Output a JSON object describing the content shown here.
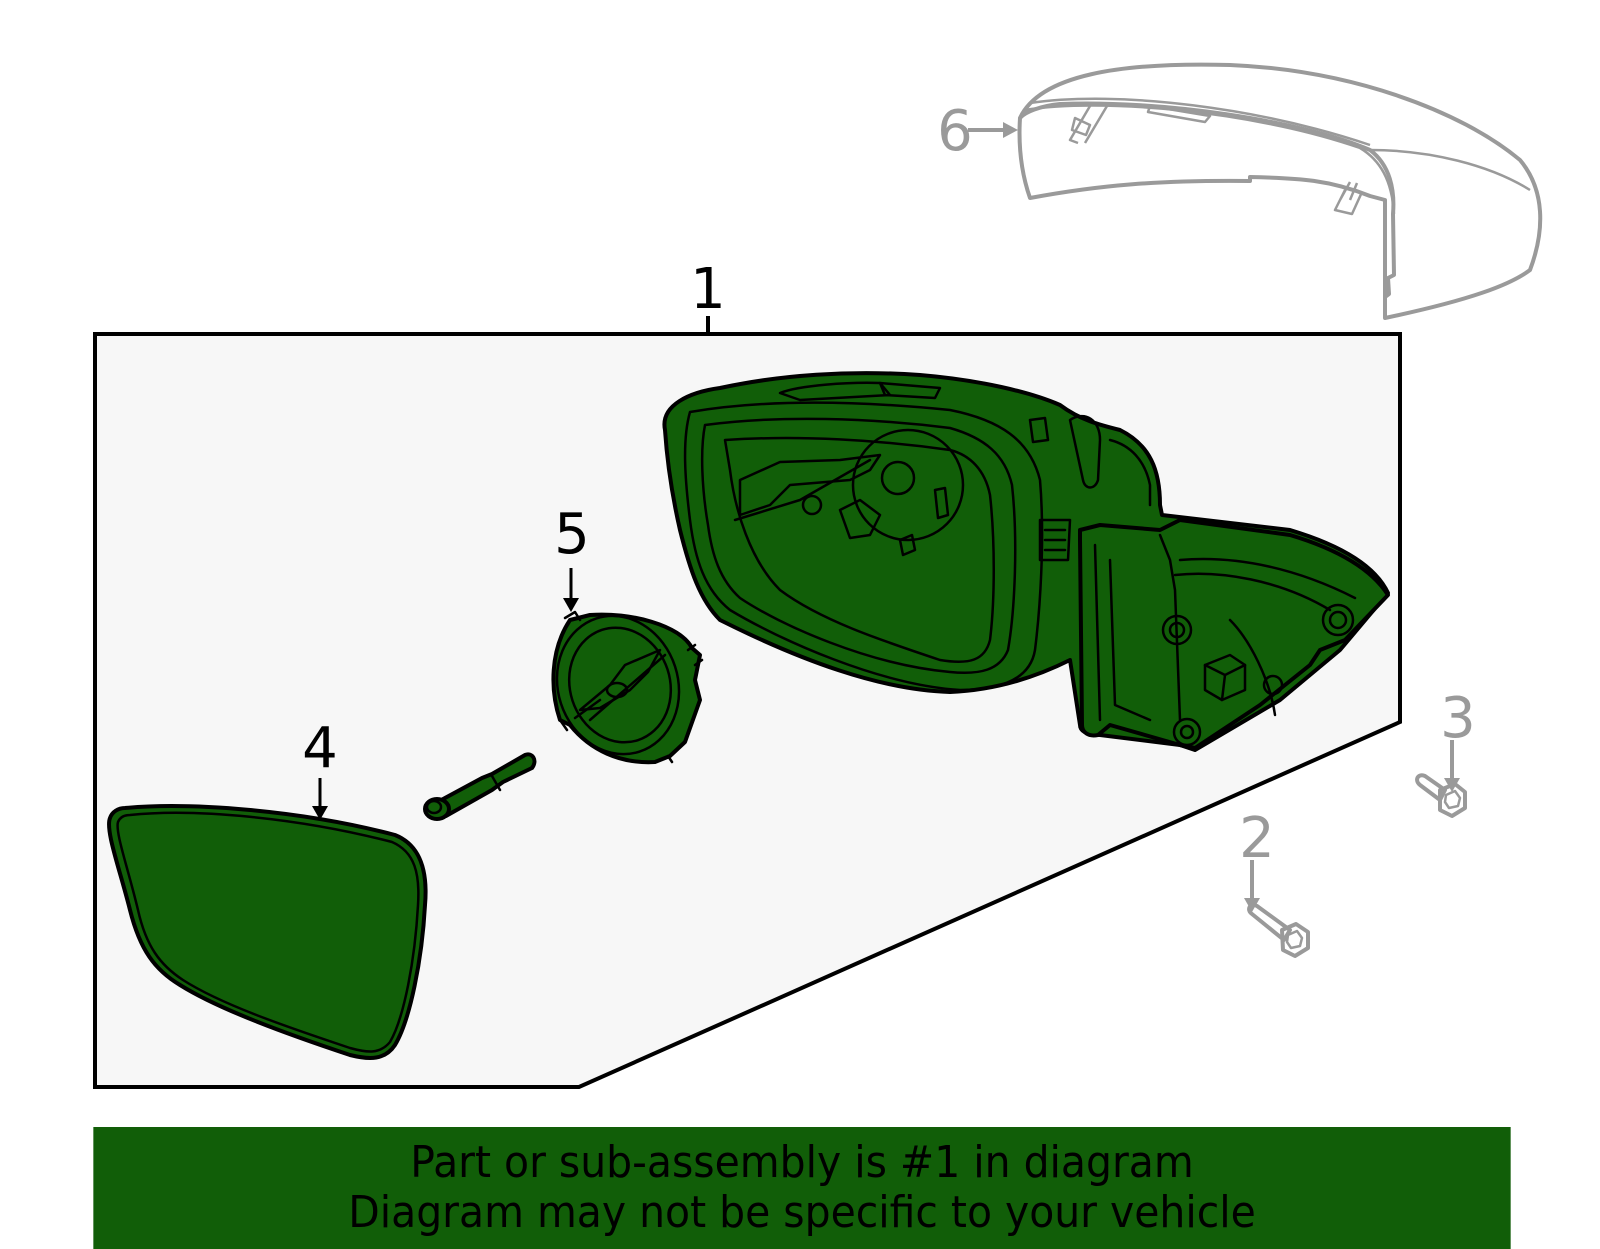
{
  "diagram": {
    "title": "Outside Mirror Assembly Parts Diagram",
    "colors": {
      "highlight_part": "#115e08",
      "assembly_box_fill": "#f7f7f7",
      "outline": "#000000",
      "non_included_part": "#9a9a9a",
      "banner_bg": "#115e08"
    },
    "callouts": [
      {
        "number": "1",
        "part": "mirror-assembly",
        "included": true
      },
      {
        "number": "2",
        "part": "bolt",
        "included": false
      },
      {
        "number": "3",
        "part": "bolt",
        "included": false
      },
      {
        "number": "4",
        "part": "mirror-glass",
        "included": true
      },
      {
        "number": "5",
        "part": "mirror-motor-actuator",
        "included": true
      },
      {
        "number": "6",
        "part": "mirror-cover-cap",
        "included": false
      }
    ]
  },
  "banner": {
    "line1": "Part or sub-assembly is #1 in diagram",
    "line2": "Diagram may not be specific to your vehicle"
  }
}
